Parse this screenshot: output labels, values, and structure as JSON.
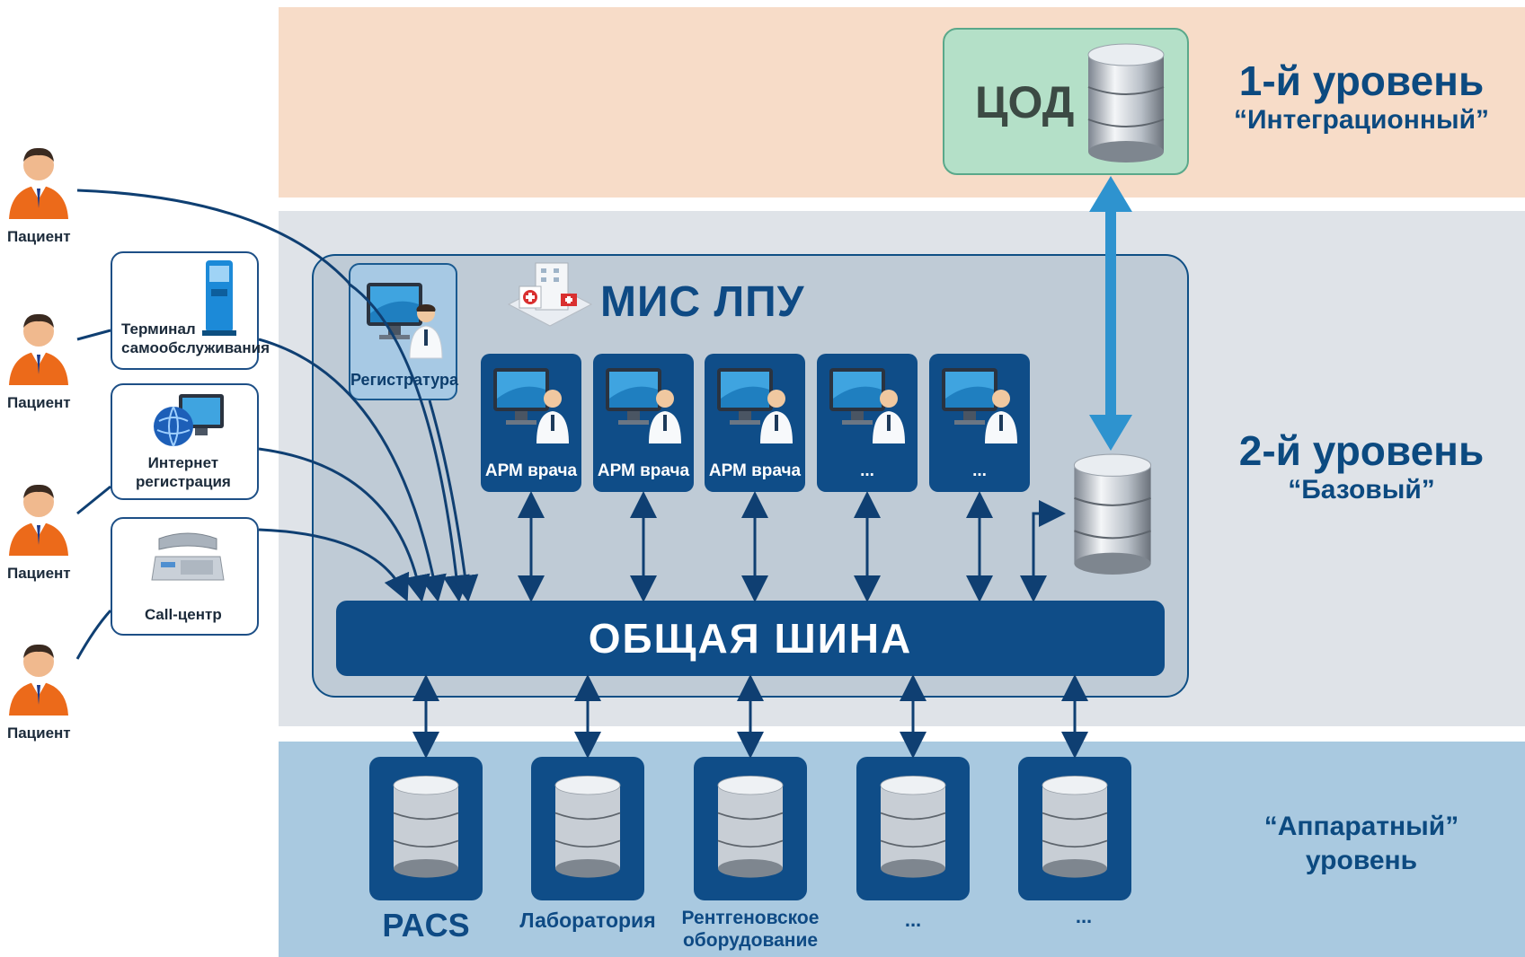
{
  "levels": {
    "top": {
      "line1": "1-й уровень",
      "line2": "“Интеграционный”"
    },
    "mid": {
      "line1": "2-й уровень",
      "line2": "“Базовый”"
    },
    "bottom": {
      "line1": "“Аппаратный”",
      "line2": "уровень"
    }
  },
  "cod": {
    "label": "ЦОД"
  },
  "mis": {
    "title": "МИС ЛПУ"
  },
  "registry": {
    "label": "Регистратура"
  },
  "arm_items": [
    {
      "label": "АРМ врача"
    },
    {
      "label": "АРМ врача"
    },
    {
      "label": "АРМ врача"
    },
    {
      "label": "..."
    },
    {
      "label": "..."
    }
  ],
  "bus": {
    "label": "ОБЩАЯ ШИНА"
  },
  "devices": [
    {
      "label": "PACS"
    },
    {
      "label": "Лаборатория"
    },
    {
      "label": "Рентгеновское оборудование"
    },
    {
      "label": "..."
    },
    {
      "label": "..."
    }
  ],
  "channels": {
    "terminal": {
      "line1": "Терминал",
      "line2": "самообслуживания"
    },
    "internet": {
      "line1": "Интернет",
      "line2": "регистрация"
    },
    "call": {
      "label": "Call-центр"
    }
  },
  "patients": [
    {
      "label": "Пациент"
    },
    {
      "label": "Пациент"
    },
    {
      "label": "Пациент"
    },
    {
      "label": "Пациент"
    }
  ],
  "colors": {
    "accent": "#0f4d88",
    "arrow_light": "#2e93cf",
    "top_band": "#f7dcc8",
    "mid_band": "#dfe3e8",
    "bottom_band": "#a9c9e0"
  }
}
